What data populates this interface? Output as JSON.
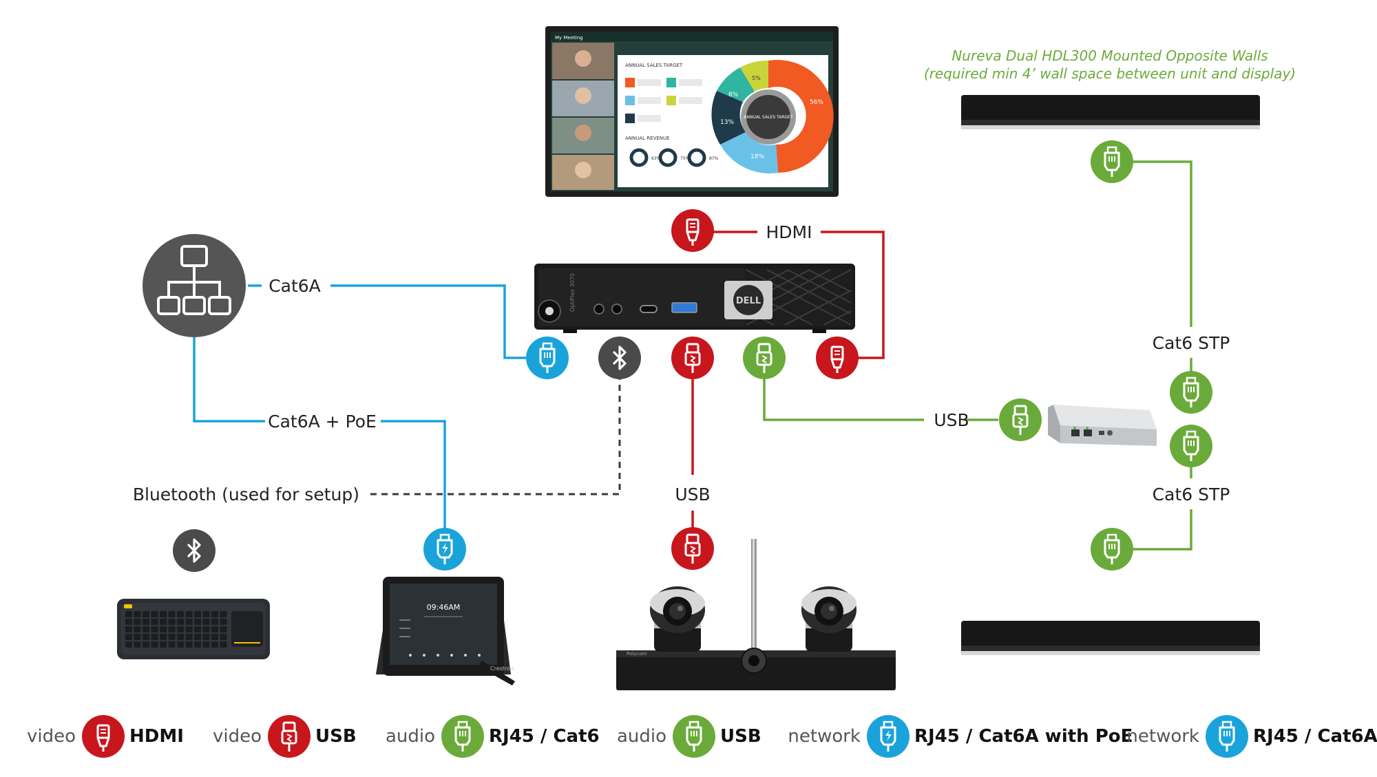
{
  "colors": {
    "video": "#c8161d",
    "audio": "#6aaa3a",
    "network": "#1aa3db",
    "bluetooth": "#4a4a4a",
    "device_dark": "#1c1c1c",
    "hub_gray": "#555555"
  },
  "labels": {
    "hdmi": "HDMI",
    "cat6a": "Cat6A",
    "cat6a_poe": "Cat6A + PoE",
    "bluetooth": "Bluetooth (used for setup)",
    "usb_camera": "USB",
    "usb_audio": "USB",
    "cat6_stp_top": "Cat6 STP",
    "cat6_stp_bottom": "Cat6 STP"
  },
  "note": {
    "line1": "Nureva Dual HDL300 Mounted Opposite Walls",
    "line2": "(required min 4’ wall space between unit and display)"
  },
  "display": {
    "meeting_title": "My Meeting",
    "panel_title": "ANNUAL SALES TARGET",
    "revenue_title": "ANNUAL REVENUE",
    "donut_center": "ANNUAL SALES TARGET",
    "slices": [
      "56%",
      "18%",
      "13%",
      "8%",
      "5%"
    ],
    "mini": [
      "63%",
      "75%",
      "87%"
    ]
  },
  "computer": {
    "model": "OptiPlex 3070",
    "brand": "DELL"
  },
  "touch_panel": {
    "clock": "09:46AM",
    "brand": "Crestron"
  },
  "camera_bar": {
    "brand": "Polycom"
  },
  "legend": [
    {
      "category": "video",
      "label": "HDMI",
      "color": "video",
      "icon": "hdmi-icon"
    },
    {
      "category": "video",
      "label": "USB",
      "color": "video",
      "icon": "usb-icon"
    },
    {
      "category": "audio",
      "label": "RJ45 / Cat6",
      "color": "audio",
      "icon": "rj45-icon"
    },
    {
      "category": "audio",
      "label": "USB",
      "color": "audio",
      "icon": "usb-icon"
    },
    {
      "category": "network",
      "label": "RJ45 / Cat6A with PoE",
      "color": "network",
      "icon": "rj45-poe-icon"
    },
    {
      "category": "network",
      "label": "RJ45 / Cat6A",
      "color": "network",
      "icon": "rj45-icon"
    }
  ]
}
